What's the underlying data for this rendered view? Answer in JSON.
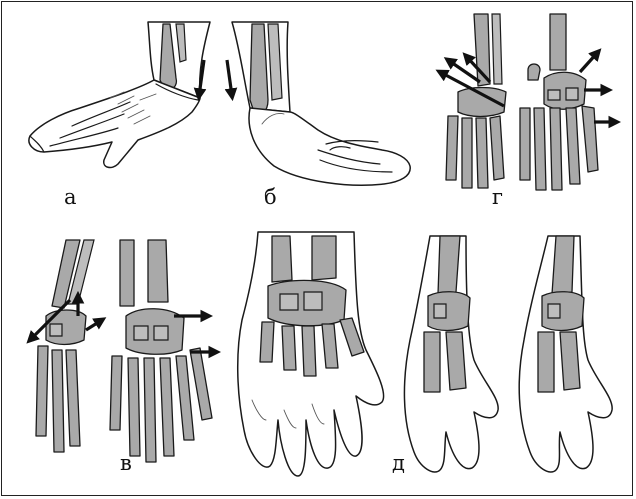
{
  "panels": [
    {
      "id": "a",
      "label": "а"
    },
    {
      "id": "b",
      "label": "б"
    },
    {
      "id": "g",
      "label": "г"
    },
    {
      "id": "v",
      "label": "в"
    },
    {
      "id": "d",
      "label": "д"
    }
  ],
  "colors": {
    "bone": "#a9a9a9",
    "outline": "#1a1a1a",
    "arrow": "#111111",
    "background": "#ffffff"
  }
}
